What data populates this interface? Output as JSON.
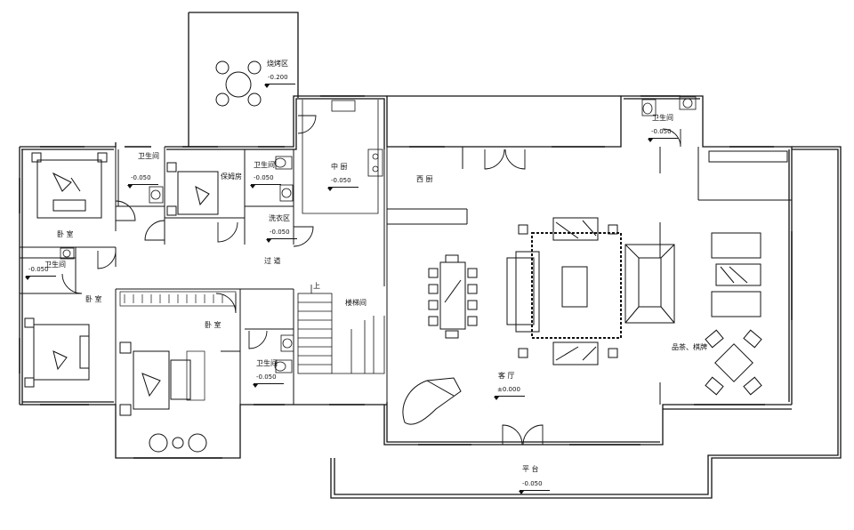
{
  "plan": {
    "rooms": {
      "bbq": "烧烤区",
      "bath_top": "卫生间",
      "bath_right_top": "卫生间",
      "nanny": "保姆房",
      "bath_mid": "卫生间",
      "laundry": "洗衣区",
      "chinese_kitchen": "中 厨",
      "western_kitchen": "西 厨",
      "bedroom_top": "卧 室",
      "bath_left": "卫生间",
      "bedroom_left": "卧 室",
      "corridor": "过 道",
      "stair": "楼梯间",
      "stair_up": "上",
      "bedroom_main": "卧 室",
      "bath_bottom": "卫生间",
      "living": "客 厅",
      "tea": "品茶、棋牌",
      "terrace": "平 台"
    },
    "levels": {
      "bbq": "-0.200",
      "bath_top": "-0.050",
      "bath_right_top": "-0.050",
      "bath_mid": "-0.050",
      "laundry": "-0.050",
      "chinese_kitchen": "-0.050",
      "bath_left": "-0.050",
      "bath_bottom": "-0.050",
      "living": "±0.000",
      "terrace": "-0.050"
    }
  }
}
